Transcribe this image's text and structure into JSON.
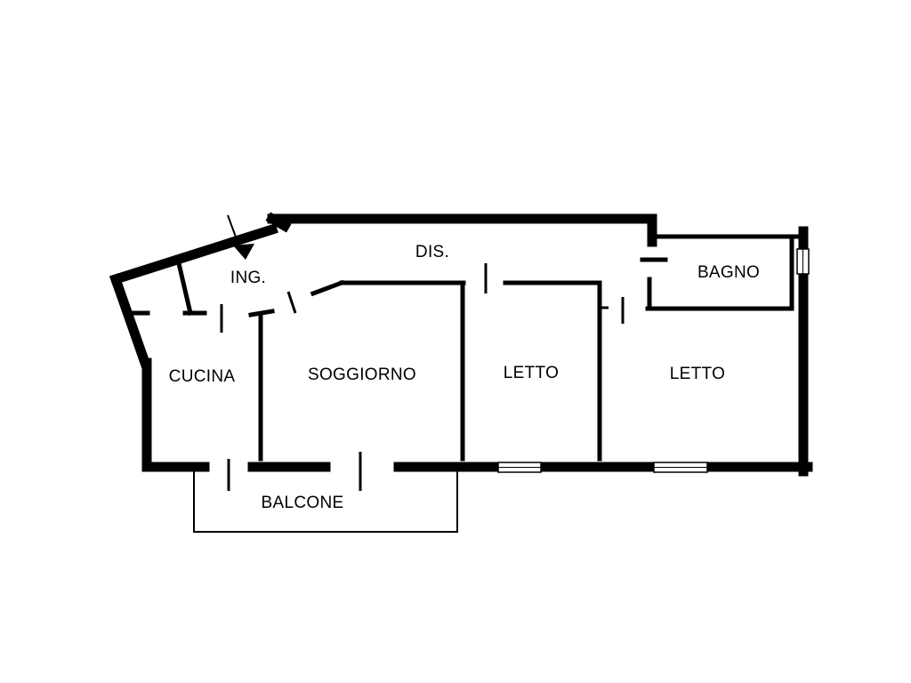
{
  "plan": {
    "wall_color": "#000000",
    "background": "#ffffff",
    "rooms": {
      "ingresso": "ING.",
      "disimpegno": "DIS.",
      "bagno": "BAGNO",
      "cucina": "CUCINA",
      "soggiorno": "SOGGIORNO",
      "letto1": "LETTO",
      "letto2": "LETTO",
      "balcone": "BALCONE"
    }
  }
}
